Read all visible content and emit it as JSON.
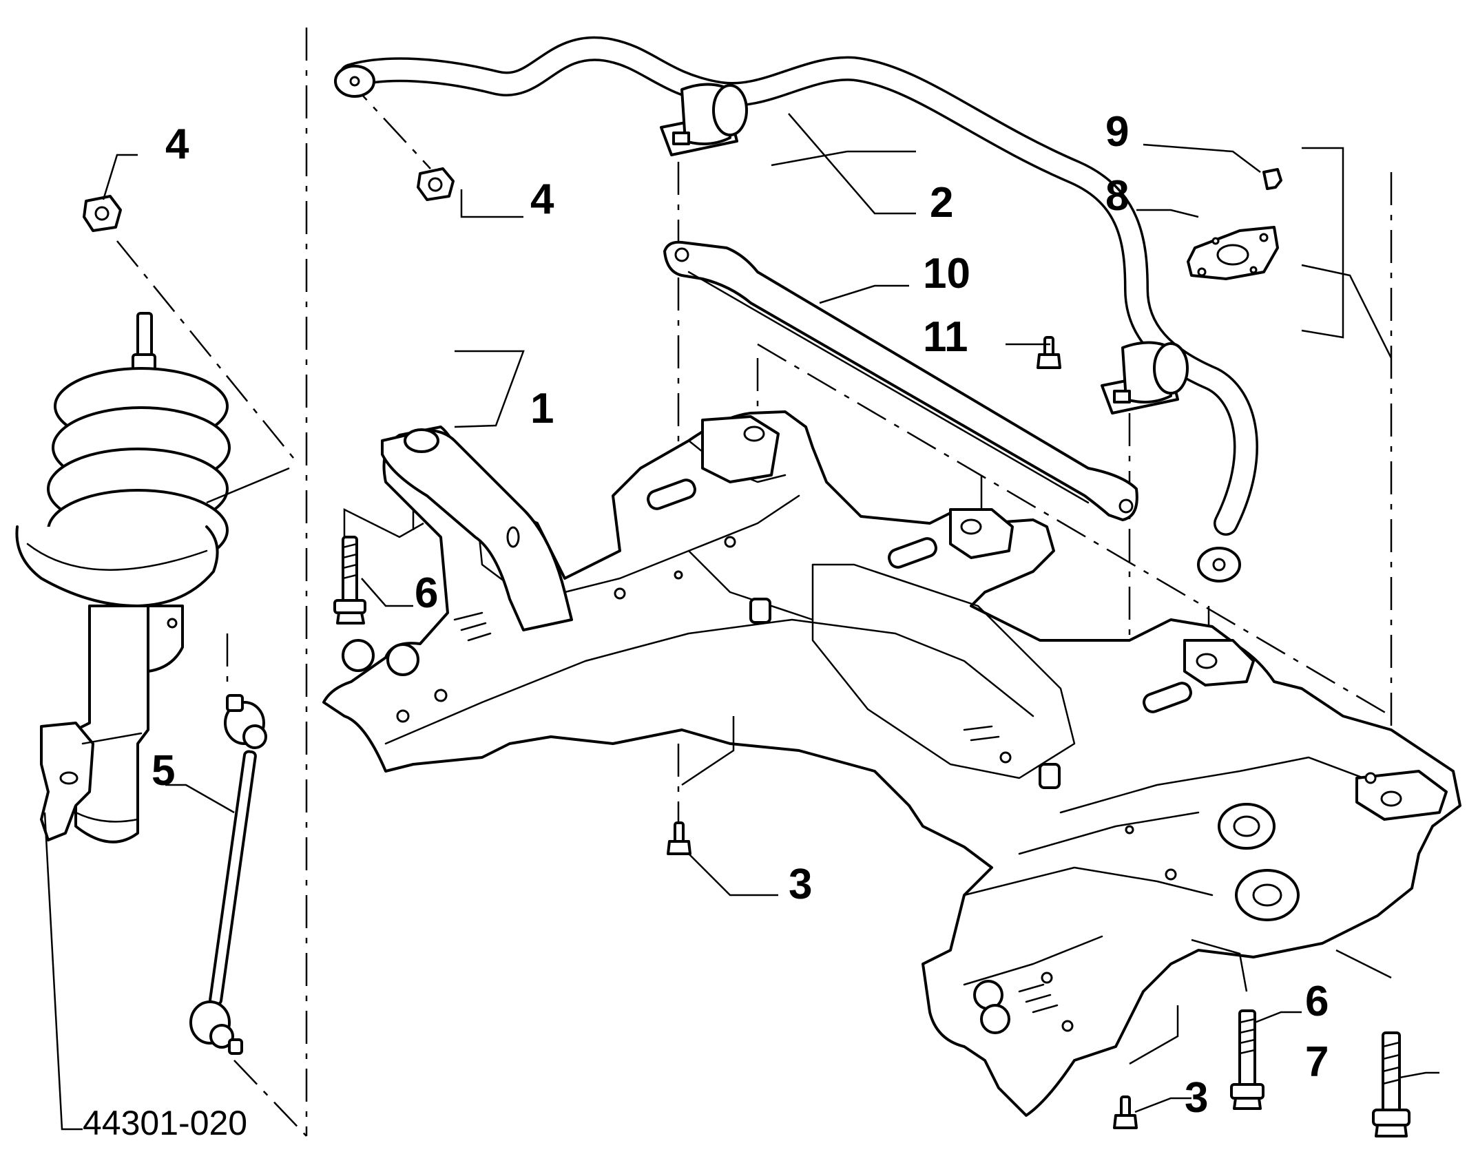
{
  "diagram": {
    "reference_code": "44301-020",
    "callouts": [
      {
        "id": "c1",
        "label": "1"
      },
      {
        "id": "c2",
        "label": "2"
      },
      {
        "id": "c3a",
        "label": "3"
      },
      {
        "id": "c3b",
        "label": "3"
      },
      {
        "id": "c4a",
        "label": "4"
      },
      {
        "id": "c4b",
        "label": "4"
      },
      {
        "id": "c5",
        "label": "5"
      },
      {
        "id": "c6a",
        "label": "6"
      },
      {
        "id": "c6b",
        "label": "6"
      },
      {
        "id": "c7",
        "label": "7"
      },
      {
        "id": "c8",
        "label": "8"
      },
      {
        "id": "c9",
        "label": "9"
      },
      {
        "id": "c10",
        "label": "10"
      },
      {
        "id": "c11",
        "label": "11"
      }
    ]
  }
}
